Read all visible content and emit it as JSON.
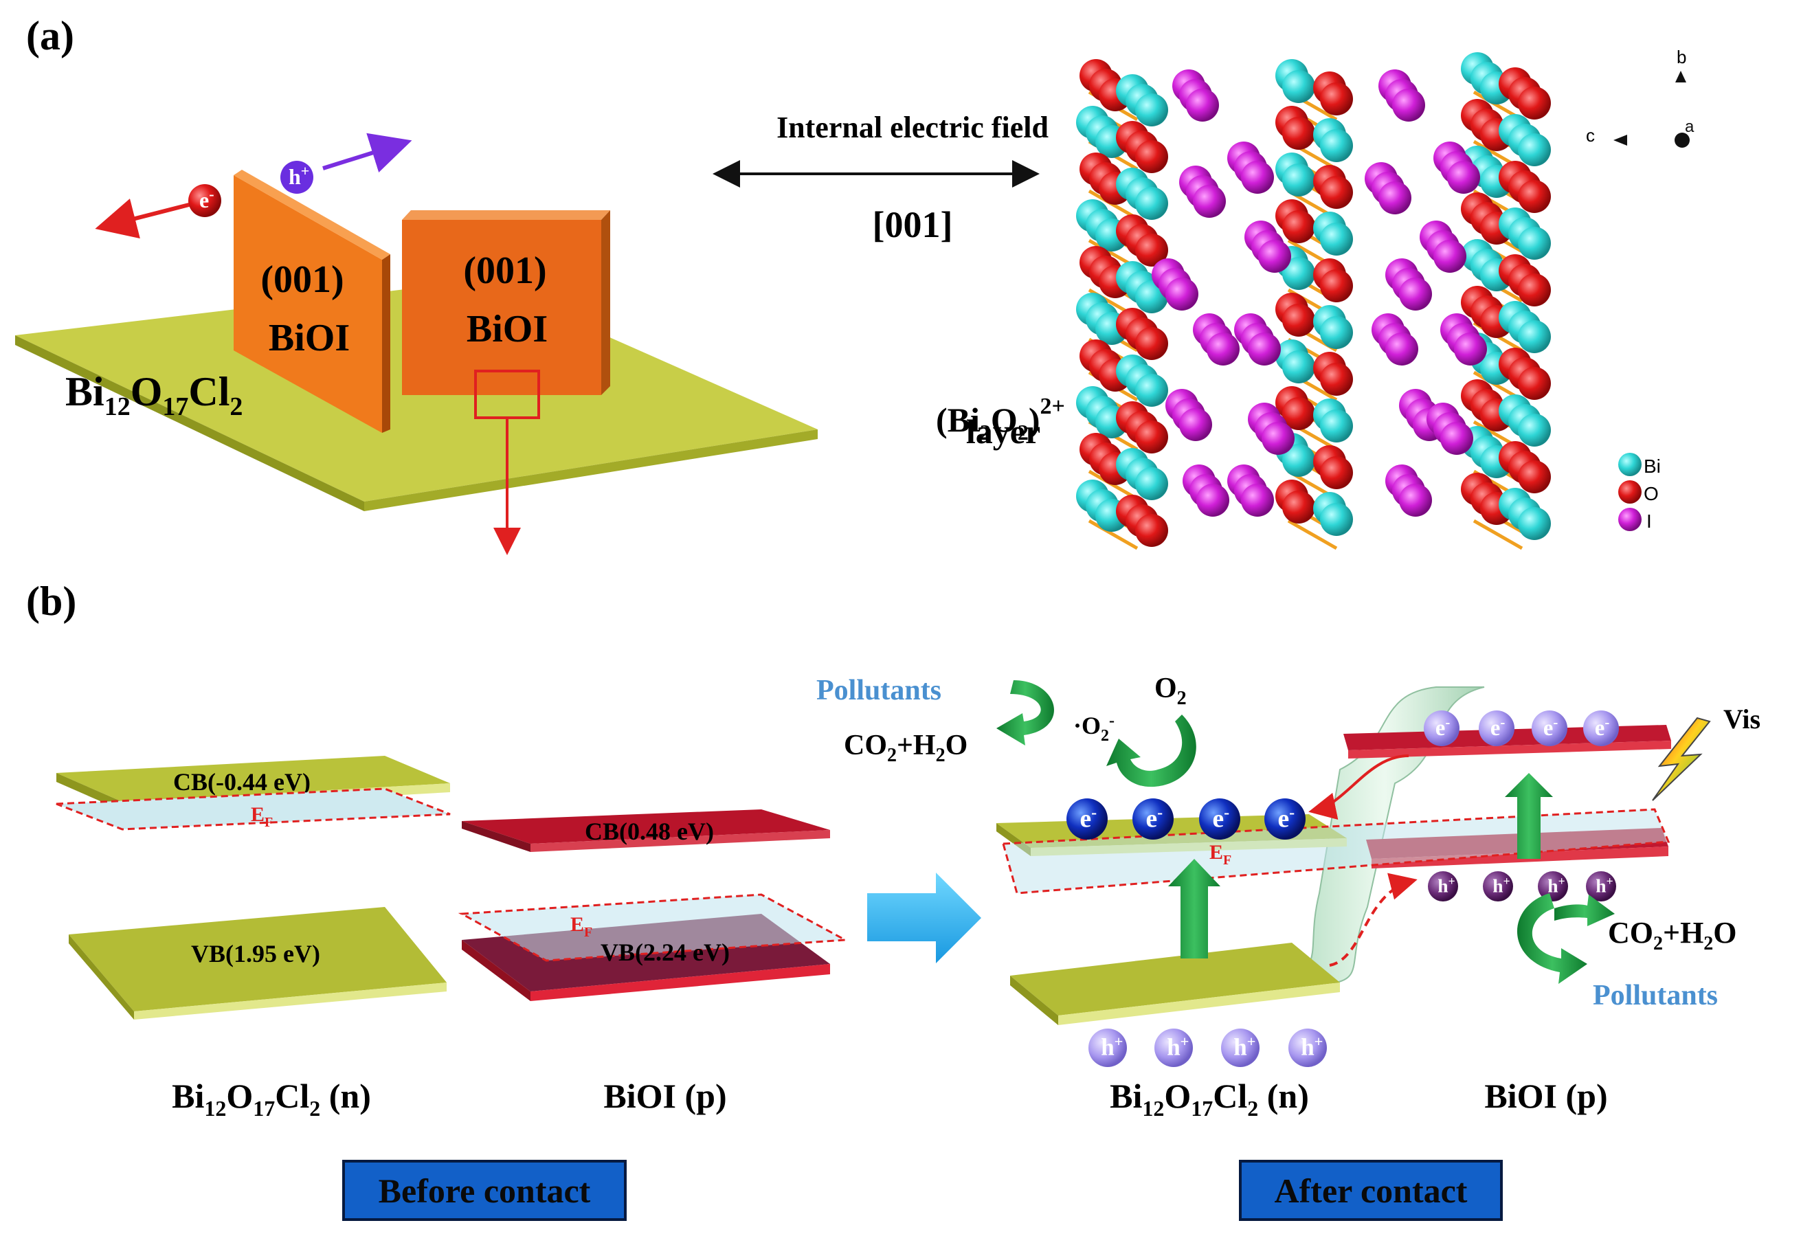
{
  "panel_a": {
    "label": "(a)",
    "plate_left": {
      "line1": "(001)",
      "line2": "BiOI"
    },
    "plate_right": {
      "line1": "(001)",
      "line2": "BiOI"
    },
    "substrate": {
      "main": "Bi",
      "s1": "12",
      "o": "O",
      "s2": "17",
      "cl": "Cl",
      "s3": "2"
    },
    "electron": "e",
    "electron_sup": "-",
    "hole": "h",
    "hole_sup": "+",
    "field_label": "Internal electric field",
    "field_direction": "[001]",
    "layer_label": {
      "main": "(Bi",
      "s1": "2",
      "o": "O",
      "s2": "2",
      "close": ")",
      "sup": "2+",
      "line2": "layer"
    },
    "axes": {
      "b": "b",
      "c": "c",
      "a": "a"
    },
    "legend": [
      {
        "label": "Bi",
        "color": "#2fd6d6"
      },
      {
        "label": "O",
        "color": "#e01818"
      },
      {
        "label": "I",
        "color": "#d020d8"
      }
    ]
  },
  "panel_b": {
    "label": "(b)",
    "before": {
      "cb_left": "CB(-0.44 eV)",
      "vb_left": "VB(1.95 eV)",
      "cb_right": "CB(0.48 eV)",
      "vb_right": "VB(2.24 eV)",
      "ef": "E",
      "ef_sub": "F",
      "material_left": {
        "main": "Bi",
        "s1": "12",
        "o": "O",
        "s2": "17",
        "cl": "Cl",
        "s3": "2",
        "tail": " (n)"
      },
      "material_right": "BiOI (p)",
      "button": "Before contact"
    },
    "after": {
      "pollutants_top": "Pollutants",
      "products_top": {
        "a": "CO",
        "s1": "2",
        "b": "+H",
        "s2": "2",
        "c": "O"
      },
      "oxygen": {
        "a": "O",
        "s": "2"
      },
      "superoxide": {
        "a": "·O",
        "s": "2",
        "sup": "-"
      },
      "vis": "Vis",
      "electron": "e",
      "electron_sup": "-",
      "hole": "h",
      "hole_sup": "+",
      "ef": "E",
      "ef_sub": "F",
      "products_right": {
        "a": "CO",
        "s1": "2",
        "b": "+H",
        "s2": "2",
        "c": "O"
      },
      "pollutants_right": "Pollutants",
      "material_left": {
        "main": "Bi",
        "s1": "12",
        "o": "O",
        "s2": "17",
        "cl": "Cl",
        "s3": "2",
        "tail": " (n)"
      },
      "material_right": "BiOI (p)",
      "button": "After contact"
    }
  },
  "colors": {
    "olive": "#b9c23a",
    "olive_edge": "#8e961e",
    "crimson": "#b8142a",
    "orange": "#ee7318",
    "teal": "#2fd6d6",
    "red_atom": "#e01818",
    "magenta": "#d020d8",
    "bond": "#f0a020",
    "blue_button": "#1260c8",
    "cyan_arrow": "#20b0f0",
    "green_arrow": "#18a040",
    "pollutant_blue": "#4a90d0"
  }
}
